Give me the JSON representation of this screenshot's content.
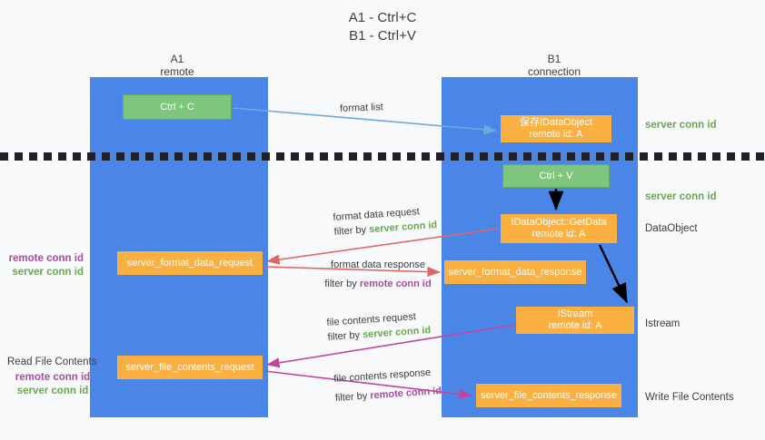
{
  "title": {
    "line1": "A1 - Ctrl+C",
    "line2": "B1 - Ctrl+V"
  },
  "lanes": {
    "a1": {
      "name": "A1",
      "sub": "remote"
    },
    "b1": {
      "name": "B1",
      "sub": "connection"
    }
  },
  "boxes": {
    "ctrl_c": {
      "label": "Ctrl + C"
    },
    "ctrl_v": {
      "label": "Ctrl + V"
    },
    "save_idataobject": {
      "line1": "保存IDataObject",
      "line2": "remote id: A"
    },
    "getdata": {
      "line1": "IDataObject::GetData",
      "line2": "remote id: A"
    },
    "istream": {
      "line1": "IStream",
      "line2": "remote id: A"
    },
    "format_data_request": {
      "label": "server_format_data_request"
    },
    "format_data_response": {
      "label": "server_format_data_response"
    },
    "file_contents_request": {
      "label": "server_file_contents_request"
    },
    "file_contents_response": {
      "label": "server_file_contents_response"
    }
  },
  "right_labels": {
    "server_conn_id_1": "server conn id",
    "server_conn_id_2": "server conn id",
    "dataobject": "DataObject",
    "istream": "Istream",
    "write_file_contents": "Write File Contents"
  },
  "left_labels": {
    "group1": {
      "remote": "remote conn id",
      "server": "server conn id"
    },
    "group2": {
      "heading": "Read File Contents",
      "remote": "remote conn id",
      "server": "server conn id"
    }
  },
  "edges": {
    "format_list": {
      "label": "format list"
    },
    "format_data_request": {
      "line1": "format data request",
      "filter_prefix": "filter by ",
      "filter_value": "server conn id"
    },
    "format_data_response": {
      "line1": "format data response",
      "filter_prefix": "filter by ",
      "filter_value": "remote conn id"
    },
    "file_contents_request": {
      "line1": "file contents request",
      "filter_prefix": "filter by ",
      "filter_value": "server conn id"
    },
    "file_contents_response": {
      "line1": "file contents response",
      "filter_prefix": "filter by ",
      "filter_value": "remote conn id"
    }
  },
  "colors": {
    "lane_blue": "#4a86e8",
    "green_box": "#7ec57e",
    "orange_box": "#fbb042",
    "server_conn_green": "#6aa84f",
    "remote_conn_purple": "#a64d9e",
    "arrow_blue": "#6fa8dc",
    "arrow_red": "#e06666",
    "arrow_magenta": "#c2449c",
    "arrow_black": "#000000",
    "background": "#f8f9fa"
  }
}
